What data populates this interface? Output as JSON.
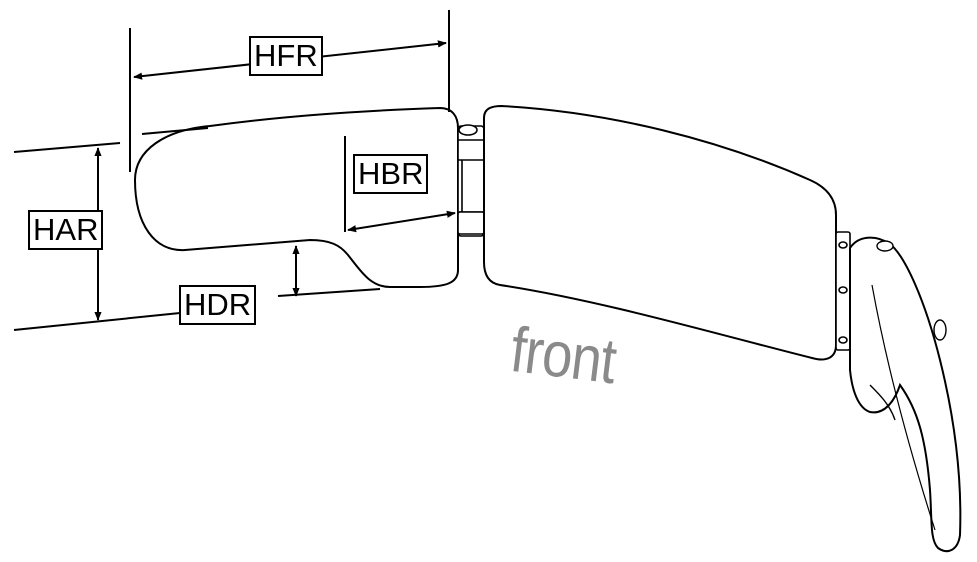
{
  "labels": {
    "hfr": "HFR",
    "hbr": "HBR",
    "har": "HAR",
    "hdr": "HDR",
    "front": "front"
  },
  "colors": {
    "stroke": "#000000",
    "front_text": "#8a8a8a",
    "background": "#ffffff"
  }
}
